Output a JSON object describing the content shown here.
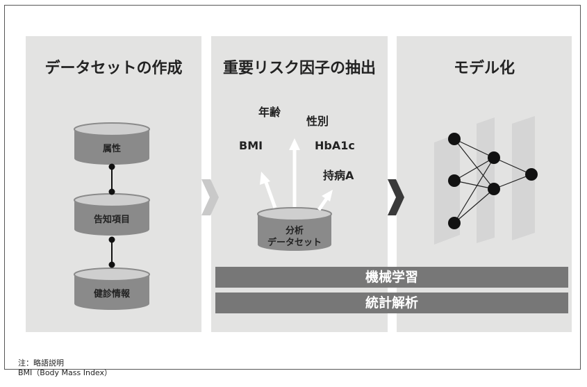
{
  "panels": [
    {
      "title": "データセットの作成"
    },
    {
      "title": "重要リスク因子の抽出"
    },
    {
      "title": "モデル化"
    }
  ],
  "datasets": {
    "attribute": "属性",
    "notification": "告知項目",
    "health_check": "健診情報"
  },
  "analysis": {
    "line1": "分析",
    "line2": "データセット"
  },
  "factors": {
    "age": "年齢",
    "sex": "性別",
    "bmi": "BMI",
    "hba1c": "HbA1c",
    "disease": "持病A"
  },
  "bars": {
    "ml": "機械学習",
    "stats": "統計解析"
  },
  "notes": {
    "line1": "注：略語説明",
    "line2": "BMI（Body Mass Index）"
  },
  "colors": {
    "panel_bg": "#e3e3e2",
    "cylinder": "#8a8a8a",
    "bar": "#777777",
    "chevron_light": "#c9c9c9",
    "chevron_dark": "#3a3a3a"
  }
}
